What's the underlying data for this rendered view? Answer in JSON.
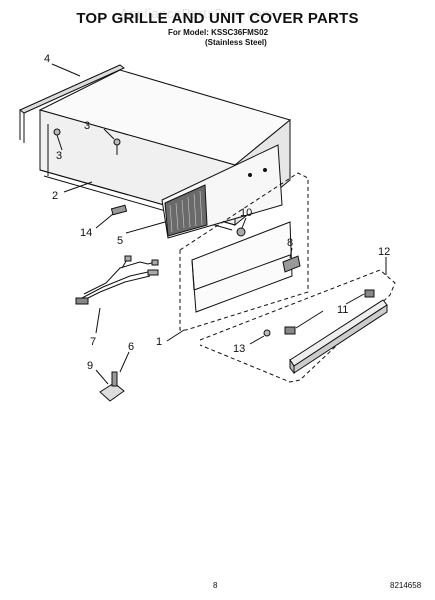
{
  "header": {
    "watermark": "AppliancePartsPros.com",
    "title": "TOP GRILLE AND UNIT COVER PARTS",
    "model_line": "For Model: KSSC36FMS02",
    "variant": "(Stainless Steel)"
  },
  "callouts": [
    "4",
    "3",
    "3",
    "2",
    "14",
    "5",
    "10",
    "8",
    "12",
    "11",
    "13",
    "1",
    "7",
    "6",
    "9"
  ],
  "footer": {
    "page_number": "8",
    "document_number": "8214658"
  }
}
